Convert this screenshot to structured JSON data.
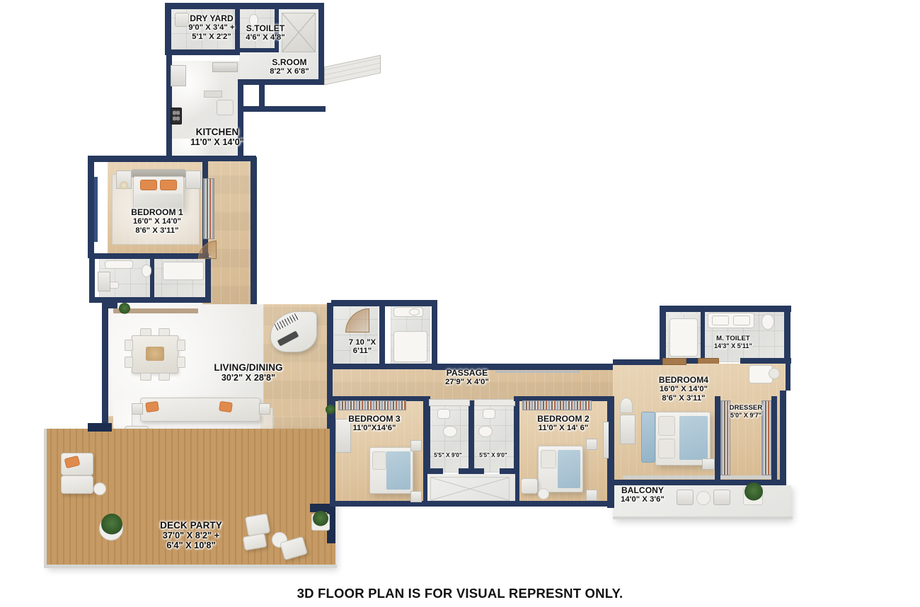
{
  "document": {
    "type": "3d-floor-plan",
    "footer_note": "3D FLOOR PLAN IS FOR VISUAL REPRESNT ONLY."
  },
  "colors": {
    "wall": "#27395e",
    "wall_light": "#36507f",
    "wall_dark": "#1d2d4d",
    "wood_floor": "#e0c6a0",
    "deck_wood": "#c59a65",
    "marble_floor": "#f0efec",
    "accent_orange": "#e08a4d",
    "accent_blue_bedding": "#9fbccd",
    "label_text": "#101010",
    "background": "#ffffff"
  },
  "rooms": [
    {
      "id": "dry-yard",
      "name": "DRY YARD",
      "dim1": "9'0\" X 3'4\" +",
      "dim2": "5'1\" X 2'2\""
    },
    {
      "id": "s-toilet",
      "name": "S.TOILET",
      "dim1": "4'6\" X 4'8\"",
      "dim2": ""
    },
    {
      "id": "s-room",
      "name": "S.ROOM",
      "dim1": "8'2\" X 6'8\"",
      "dim2": ""
    },
    {
      "id": "kitchen",
      "name": "KITCHEN",
      "dim1": "11'0\" X 14'0\"",
      "dim2": ""
    },
    {
      "id": "bedroom-1",
      "name": "BEDROOM 1",
      "dim1": "16'0\" X 14'0\"",
      "dim2": "8'6\" X 3'11\""
    },
    {
      "id": "living-dining",
      "name": "LIVING/DINING",
      "dim1": "30'2\" X 28'8\"",
      "dim2": ""
    },
    {
      "id": "toilet-common",
      "name": "",
      "dim1": "7 10 \"X",
      "dim2": "6'11\""
    },
    {
      "id": "passage",
      "name": "PASSAGE",
      "dim1": "27'9\" X 4'0\"",
      "dim2": ""
    },
    {
      "id": "bedroom-3",
      "name": "BEDROOM 3",
      "dim1": "11'0\"X14'6\"",
      "dim2": ""
    },
    {
      "id": "toilet-3",
      "name": "",
      "dim1": "5'5\" X 9'0\"",
      "dim2": ""
    },
    {
      "id": "toilet-2",
      "name": "",
      "dim1": "5'5\" X 9'0\"",
      "dim2": ""
    },
    {
      "id": "bedroom-2",
      "name": "BEDROOM 2",
      "dim1": "11'0\" X 14' 6\"",
      "dim2": ""
    },
    {
      "id": "bedroom-4",
      "name": "BEDROOM4",
      "dim1": "16'0\" X 14'0\"",
      "dim2": "8'6\" X 3'11\""
    },
    {
      "id": "m-toilet",
      "name": "M. TOILET",
      "dim1": "14'3\" X 5'11\"",
      "dim2": ""
    },
    {
      "id": "dresser",
      "name": "DRESSER",
      "dim1": "5'0\" X 9'7\"",
      "dim2": ""
    },
    {
      "id": "balcony",
      "name": "BALCONY",
      "dim1": "14'0\" X 3'6\"",
      "dim2": ""
    },
    {
      "id": "deck-party",
      "name": "DECK PARTY",
      "dim1": "37'0\" X 8'2\" +",
      "dim2": "6'4\" X 10'8\""
    }
  ]
}
